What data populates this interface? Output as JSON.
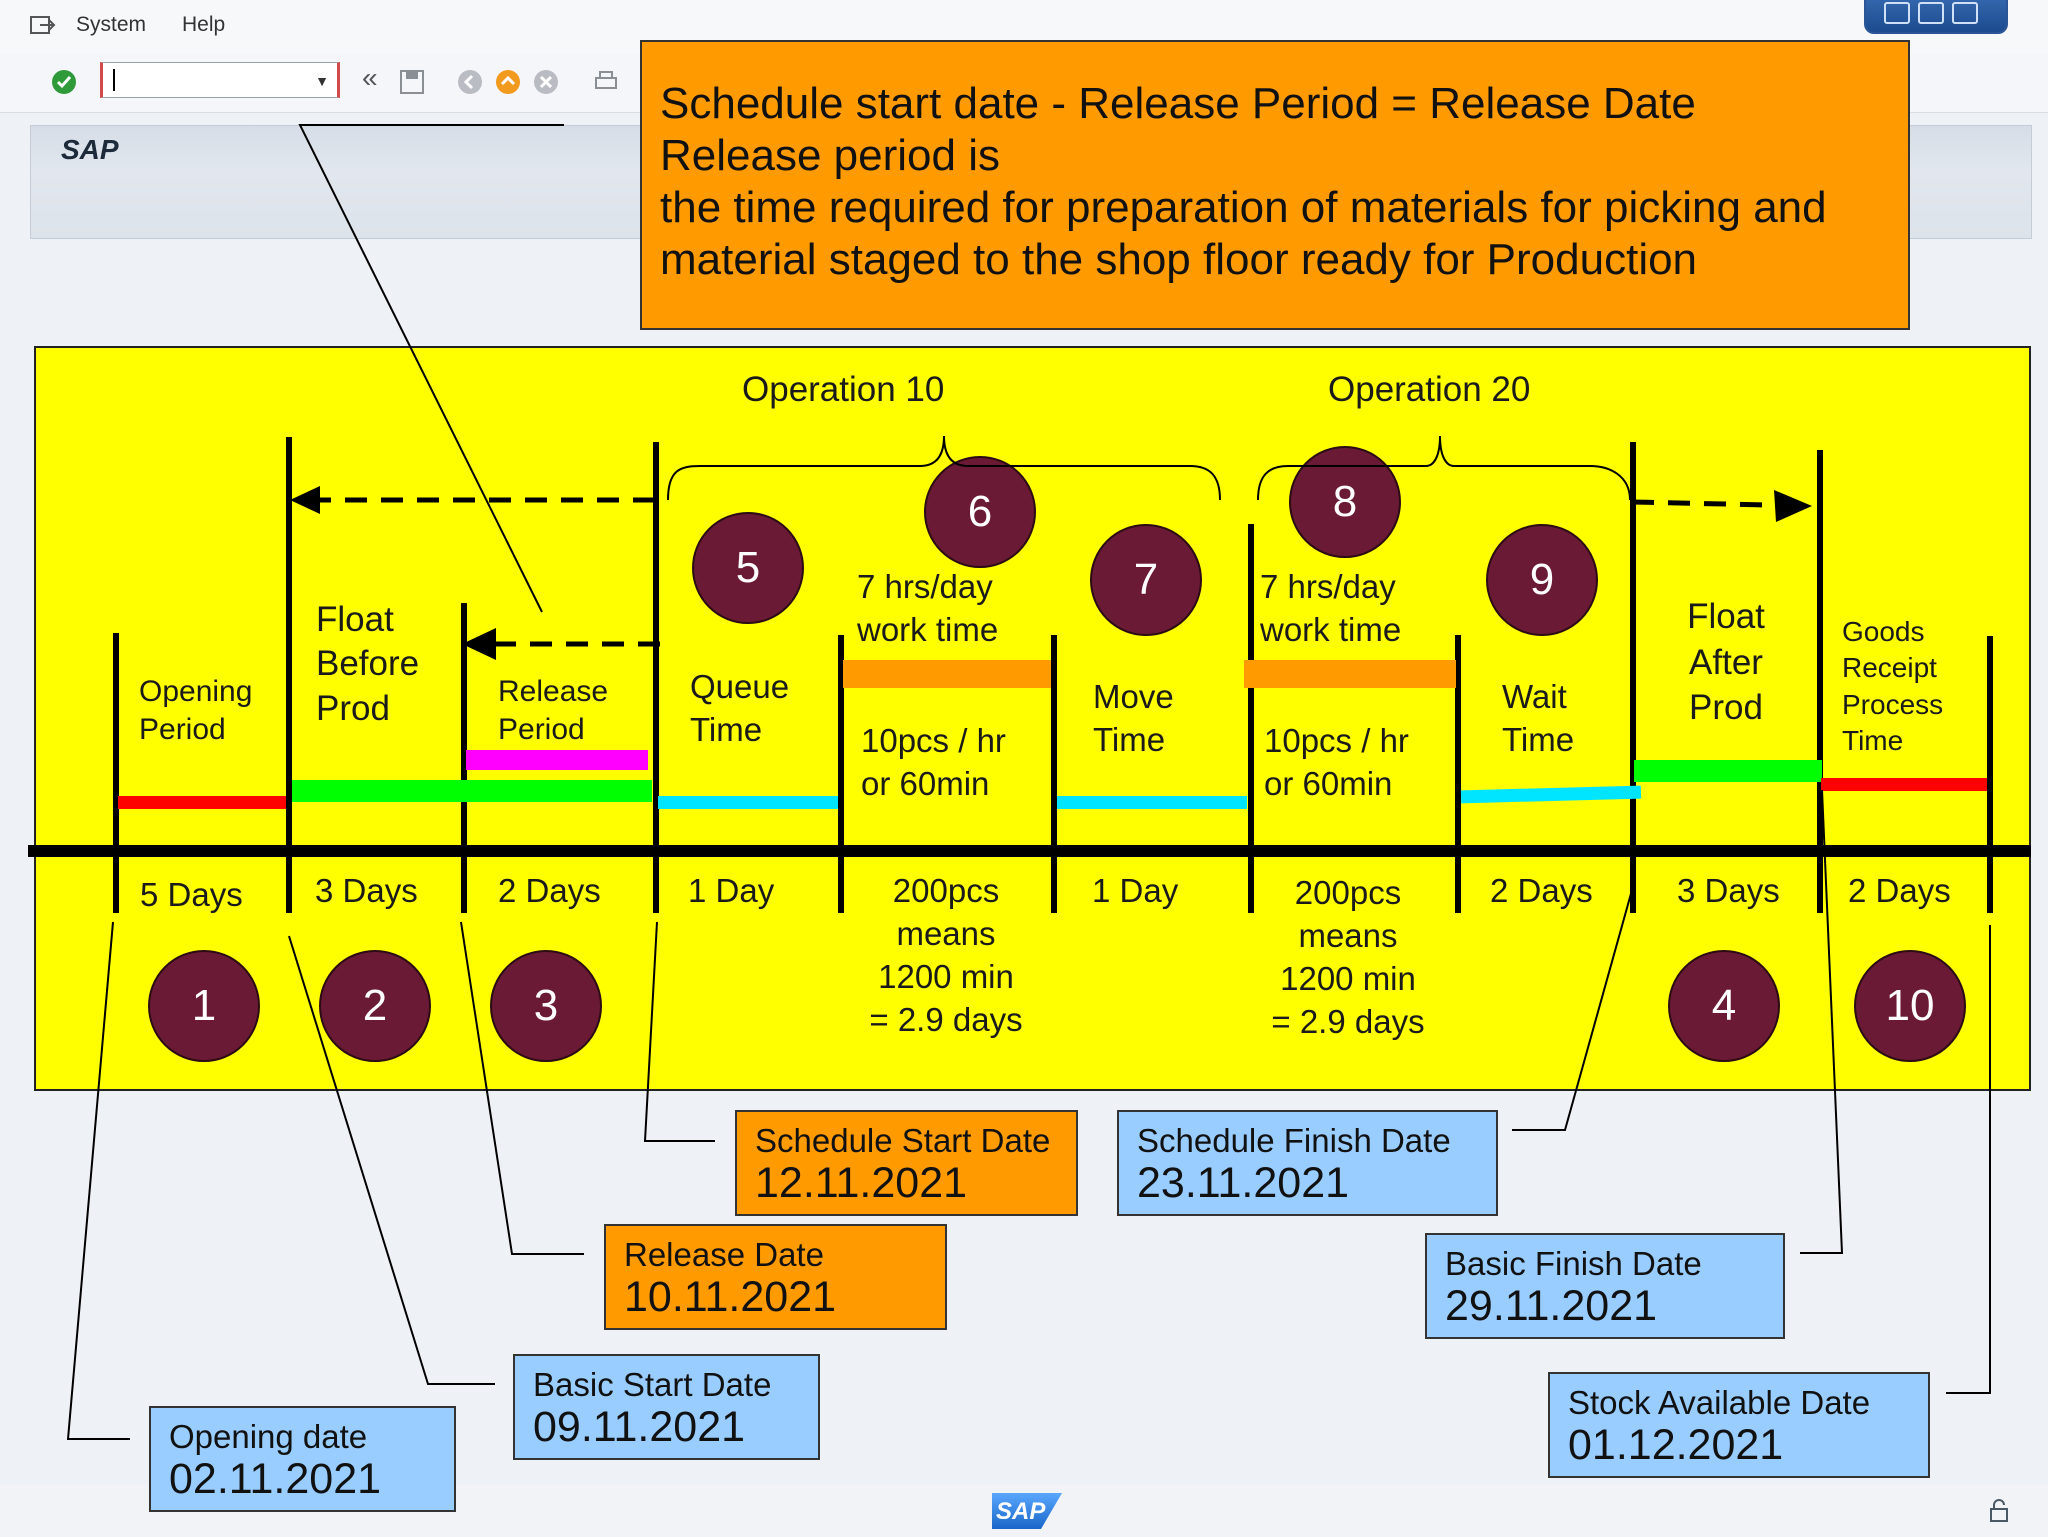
{
  "menu": {
    "system": "System",
    "help": "Help"
  },
  "sap_title": "SAP",
  "footer_logo": "SAP",
  "explanation": [
    "Schedule start date - Release Period = Release Date",
    "Release period is",
    "the time required for preparation of materials for picking and",
    "material staged to the shop floor ready for Production"
  ],
  "operations": [
    "Operation 10",
    "Operation 20"
  ],
  "segments": {
    "opening": "Opening\nPeriod",
    "float_before": "Float\nBefore\nProd",
    "release": "Release\nPeriod",
    "queue": "Queue\nTime",
    "work1": "7 hrs/day\nwork time",
    "rate1": "10pcs / hr\nor 60min",
    "move": "Move\nTime",
    "work2": "7 hrs/day\nwork time",
    "rate2": "10pcs / hr\nor 60min",
    "wait": "Wait\nTime",
    "float_after": "Float\nAfter\nProd",
    "gr": "Goods\nReceipt\nProcess\nTime"
  },
  "durations": {
    "d1": "5 Days",
    "d2": "3 Days",
    "d3": "2 Days",
    "d4": "1 Day",
    "d5": "200pcs\nmeans\n1200 min\n= 2.9 days",
    "d6": "1 Day",
    "d7": "200pcs\nmeans\n1200 min\n= 2.9 days",
    "d8": "2 Days",
    "d9": "3 Days",
    "d10": "2 Days"
  },
  "circles": [
    "1",
    "2",
    "3",
    "4",
    "5",
    "6",
    "7",
    "8",
    "9",
    "10"
  ],
  "dates": {
    "schedule_start": {
      "label": "Schedule Start Date",
      "value": "12.11.2021"
    },
    "schedule_finish": {
      "label": "Schedule Finish Date",
      "value": "23.11.2021"
    },
    "release": {
      "label": "Release Date",
      "value": "10.11.2021"
    },
    "basic_finish": {
      "label": "Basic Finish Date",
      "value": "29.11.2021"
    },
    "basic_start": {
      "label": "Basic Start Date",
      "value": "09.11.2021"
    },
    "stock_available": {
      "label": "Stock Available Date",
      "value": "01.12.2021"
    },
    "opening": {
      "label": "Opening date",
      "value": "02.11.2021"
    }
  },
  "colors": {
    "diagram_bg": "#ffff00",
    "callout_orange": "#ff9a00",
    "callout_blue": "#99ccff",
    "circle": "#6b1a35",
    "opening_bar": "#ff0000",
    "float_bar": "#00ff00",
    "release_bar": "#ff00ff",
    "queue_bar": "#00e5ff",
    "work_bar": "#ff9a00"
  }
}
